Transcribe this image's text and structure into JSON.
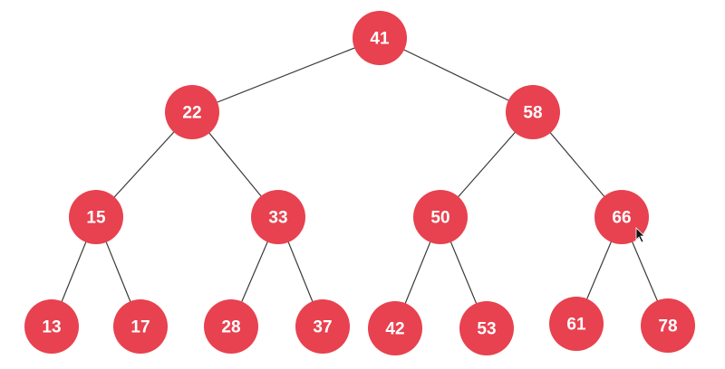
{
  "tree": {
    "type": "binary-search-tree",
    "node_color": "#e8414f",
    "edge_color": "#3a3a3a",
    "levels": [
      [
        "41"
      ],
      [
        "22",
        "58"
      ],
      [
        "15",
        "33",
        "50",
        "66"
      ],
      [
        "13",
        "17",
        "28",
        "37",
        "42",
        "53",
        "61",
        "78"
      ]
    ]
  }
}
